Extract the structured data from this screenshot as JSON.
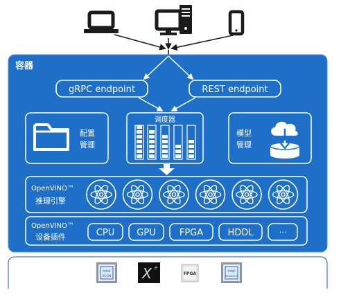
{
  "container_label": "容器",
  "endpoints": {
    "grpc": "gRPC endpoint",
    "rest": "REST endpoint"
  },
  "config": {
    "line1": "配置",
    "line2": "管理"
  },
  "scheduler": {
    "label": "调度器"
  },
  "model": {
    "line1": "模型",
    "line2": "管理"
  },
  "inference": {
    "line1": "OpenVINO™",
    "line2": "推理引擎",
    "engine_count": 6
  },
  "plugins": {
    "line1": "OpenVINO™",
    "line2": "设备插件",
    "items": [
      "CPU",
      "GPU",
      "FPGA",
      "HDDL",
      "···"
    ]
  },
  "clients": [
    "laptop-icon",
    "desktop-icon",
    "phone-icon"
  ],
  "hardware": [
    {
      "icon": "intel-xeon-chip-icon",
      "text_top": "intel",
      "text_bottom": "XEON"
    },
    {
      "icon": "intel-xe-graphics-icon",
      "text_top": "X",
      "text_bottom": "e"
    },
    {
      "icon": "fpga-chip-icon",
      "text_top": "FPGA",
      "text_bottom": ""
    },
    {
      "icon": "intel-movidius-chip-icon",
      "text_top": "intel",
      "text_bottom": "MOVIDIUS"
    }
  ],
  "colors": {
    "container": "#1e6fc8",
    "container_border": "#4c8fd6",
    "white": "#ffffff",
    "dark": "#1b1b1b",
    "hw_border": "#4a7fbf"
  }
}
